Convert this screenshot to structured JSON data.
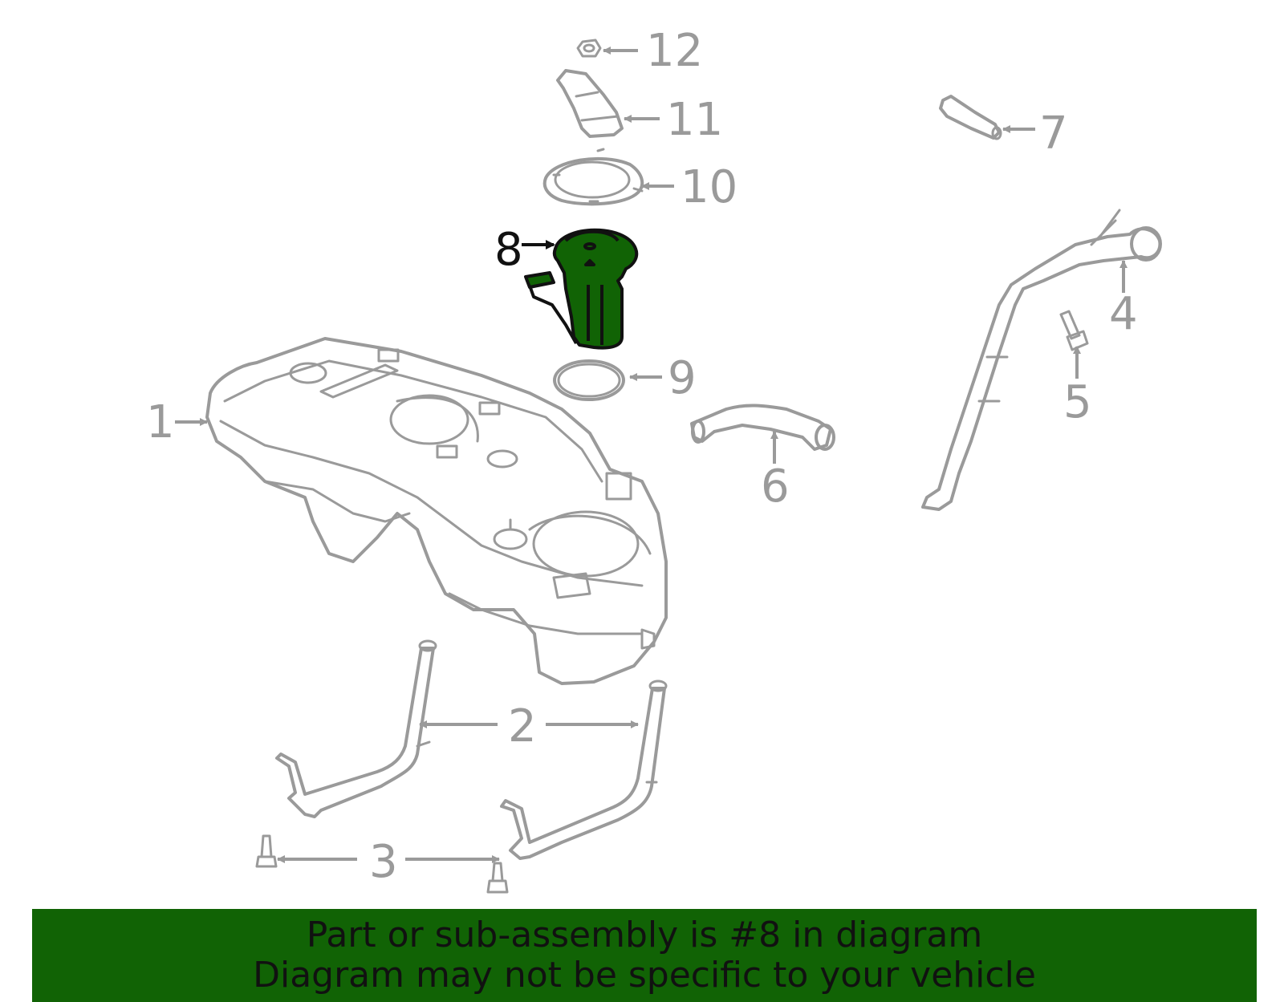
{
  "highlight_color": "#116305",
  "part_color": "#9a9a9a",
  "highlight_part": "8",
  "callouts": [
    {
      "id": "1",
      "label": "1"
    },
    {
      "id": "2",
      "label": "2"
    },
    {
      "id": "3",
      "label": "3"
    },
    {
      "id": "4",
      "label": "4"
    },
    {
      "id": "5",
      "label": "5"
    },
    {
      "id": "6",
      "label": "6"
    },
    {
      "id": "7",
      "label": "7"
    },
    {
      "id": "8",
      "label": "8"
    },
    {
      "id": "9",
      "label": "9"
    },
    {
      "id": "10",
      "label": "10"
    },
    {
      "id": "11",
      "label": "11"
    },
    {
      "id": "12",
      "label": "12"
    }
  ],
  "banner": {
    "line1": "Part or sub-assembly is #8 in diagram",
    "line2": "Diagram may not be specific to your vehicle"
  }
}
